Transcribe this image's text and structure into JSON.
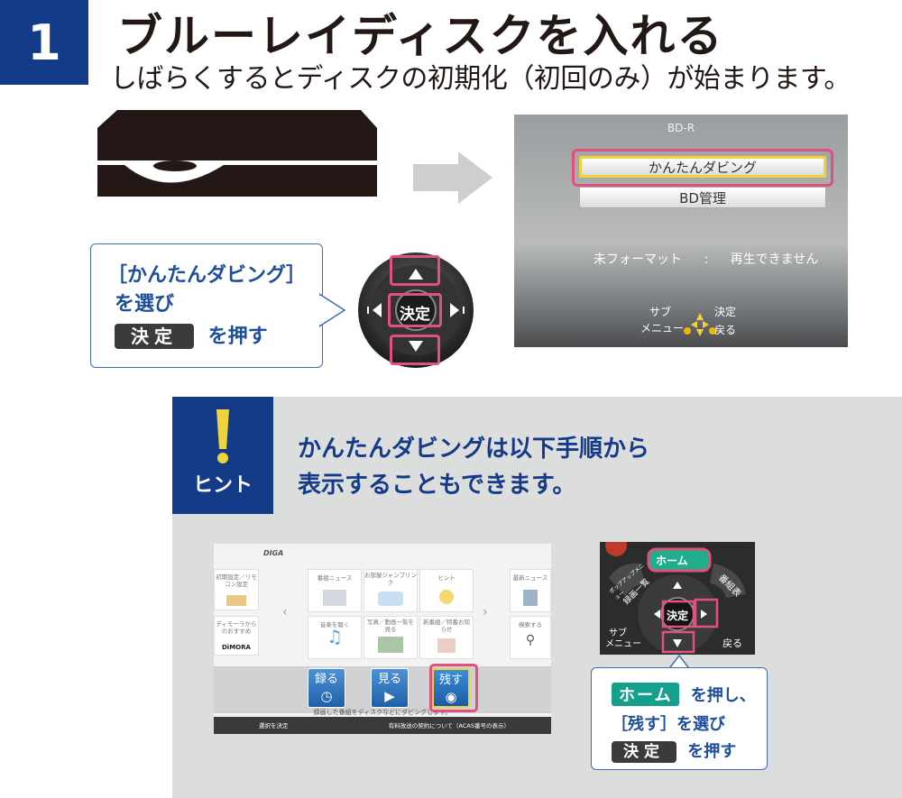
{
  "step": {
    "number": "1",
    "title": "ブルーレイディスクを入れる",
    "subtitle": "しばらくするとディスクの初期化（初回のみ）が始まります。"
  },
  "tv_screen": {
    "disc_label": "BD-R",
    "menu_items": [
      "かんたんダビング",
      "BD管理"
    ],
    "selected_index": 0,
    "status_label": "未フォーマット",
    "status_sep": ":",
    "status_value": "再生できません",
    "footer": {
      "sub_menu_line1": "サブ",
      "sub_menu_line2": "メニュー",
      "enter_label": "決定",
      "back_label": "戻る"
    }
  },
  "callout_main": {
    "line1": "［かんたんダビング］",
    "line2": "を選び",
    "button": "決定",
    "line3": "を押す"
  },
  "remote_cross": {
    "center_label": "決定"
  },
  "hint": {
    "badge_mark": "!",
    "badge_label": "ヒント",
    "title_line1": "かんたんダビングは以下手順から",
    "title_line2": "表示することもできます。"
  },
  "home_screen": {
    "logo": "DIGA",
    "tiles": [
      {
        "label": "初期設定／リモコン設定"
      },
      {
        "label": "ディモーラからのおすすめ"
      },
      {
        "label": "番組ニュース"
      },
      {
        "label": "お部屋ジャンプリンク"
      },
      {
        "label": "ヒント"
      },
      {
        "label": "音楽を聴く"
      },
      {
        "label": "写真／動画一覧を見る"
      },
      {
        "label": "新番組／特番お知らせ"
      },
      {
        "label": "最新ニュース"
      },
      {
        "label": "検索する"
      }
    ],
    "dimora_logo": "DiMORA",
    "keys": [
      "録る",
      "見る",
      "残す"
    ],
    "message": "録画した番組をディスクなどにダビングします。",
    "bar_left": "選択を決定",
    "bar_right": "有料放送の契約について（ACAS番号の表示）"
  },
  "remote_photo": {
    "home_key": "ホーム",
    "popup_key": "ポップアップメニュー",
    "rec_list_key": "録画一覧",
    "guide_key": "番組表",
    "enter_key": "決定",
    "sub_menu_line1": "サブ",
    "sub_menu_line2": "メニュー",
    "back_key": "戻る"
  },
  "callout_hint": {
    "home_button": "ホーム",
    "line1_suffix": "を押し、",
    "line2": "［残す］を選び",
    "enter_button": "決定",
    "line3_suffix": "を押す"
  },
  "colors": {
    "navy": "#143b87",
    "highlight_pink": "#e0517b",
    "focus_yellow": "#f0d33a",
    "callout_blue": "#1d4e9a",
    "home_green": "#14a08a"
  }
}
